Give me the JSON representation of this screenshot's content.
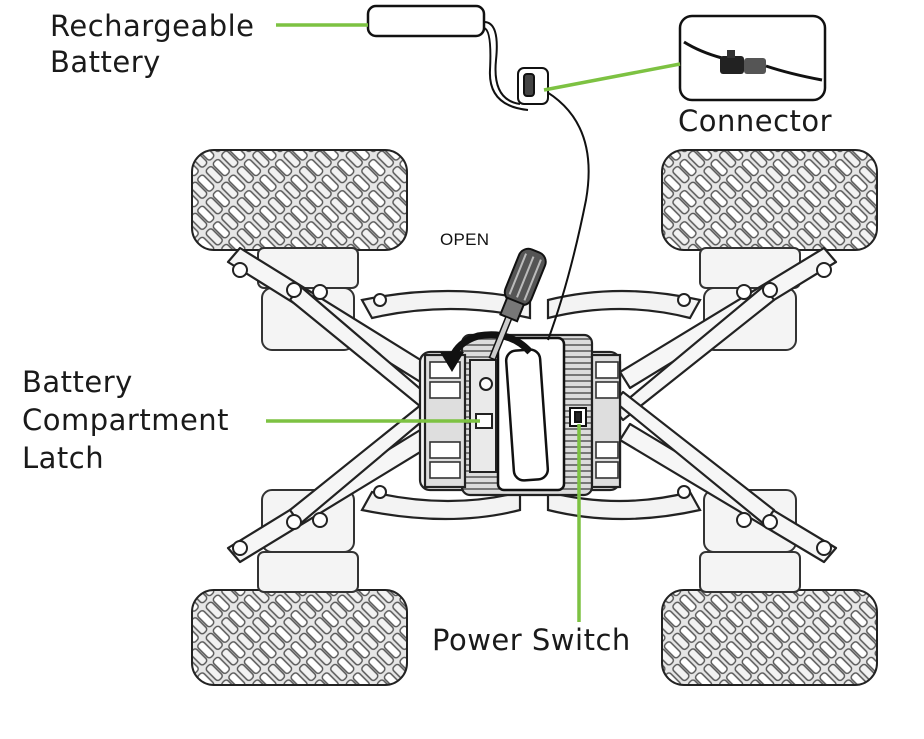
{
  "callouts": {
    "battery": {
      "line1": "Rechargeable",
      "line2": "Battery"
    },
    "connector": "Connector",
    "latch": {
      "line1": "Battery",
      "line2": "Compartment",
      "line3": "Latch"
    },
    "power_switch": "Power Switch",
    "open_label": "OPEN"
  },
  "colors": {
    "leader_line": "#7dc242",
    "drawing_line": "#1a1a1a",
    "tire_fill": "#e8e8e8",
    "body_fill": "#f4f4f4",
    "dark_part": "#444444"
  },
  "icons": [
    "screwdriver-icon",
    "rotate-arrow-icon",
    "connector-plug-icon",
    "battery-pack-icon"
  ]
}
